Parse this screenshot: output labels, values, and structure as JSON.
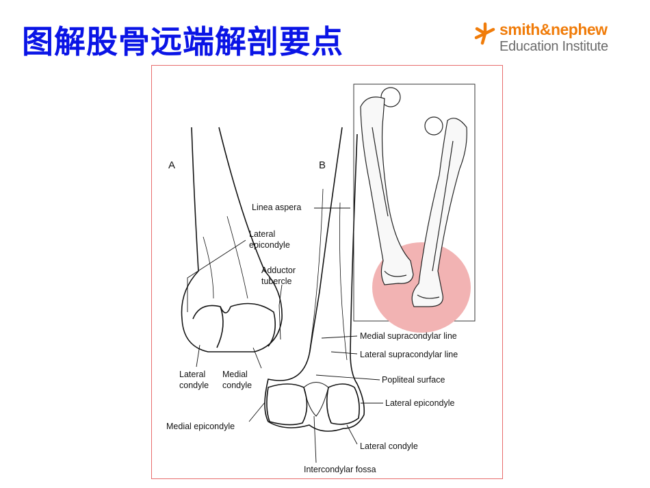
{
  "slide": {
    "title": "图解股骨远端解剖要点"
  },
  "logo": {
    "brand": "smith&nephew",
    "subtitle": "Education Institute",
    "accent_color": "#f07c0a",
    "text_color": "#6b6b6b"
  },
  "figure": {
    "panel_a": "A",
    "panel_b": "B",
    "labels": {
      "linea_aspera": "Linea aspera",
      "lateral_epicondyle_a_1": "Lateral",
      "lateral_epicondyle_a_2": "epicondyle",
      "adductor_tubercle_1": "Adductor",
      "adductor_tubercle_2": "tubercle",
      "lateral_condyle_a_1": "Lateral",
      "lateral_condyle_a_2": "condyle",
      "medial_condyle_1": "Medial",
      "medial_condyle_2": "condyle",
      "medial_epicondyle": "Medial epicondyle",
      "medial_supracondylar_line": "Medial supracondylar line",
      "lateral_supracondylar_line": "Lateral supracondylar line",
      "popliteal_surface": "Popliteal surface",
      "lateral_epicondyle_b": "Lateral epicondyle",
      "lateral_condyle_b": "Lateral condyle",
      "intercondylar_fossa": "Intercondylar fossa"
    },
    "border_color": "#e76b6b",
    "highlight_color": "#f2b3b3",
    "title_color": "#0a14e6"
  }
}
